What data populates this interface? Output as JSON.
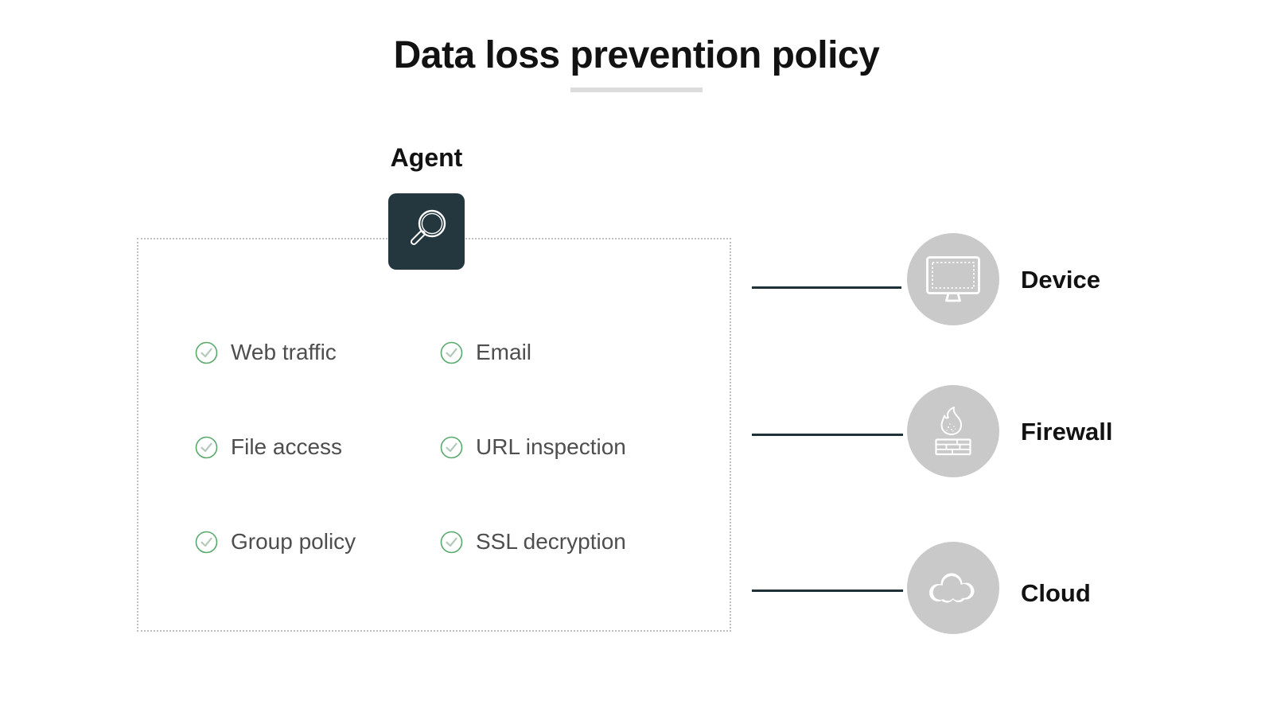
{
  "title": {
    "text": "Data loss prevention policy"
  },
  "agent": {
    "label": "Agent",
    "icon": "magnifier-icon"
  },
  "checklist": {
    "items": [
      {
        "label": "Web traffic",
        "checked": true
      },
      {
        "label": "Email",
        "checked": true
      },
      {
        "label": "File access",
        "checked": true
      },
      {
        "label": "URL inspection",
        "checked": true
      },
      {
        "label": "Group policy",
        "checked": true
      },
      {
        "label": "SSL decryption",
        "checked": true
      }
    ]
  },
  "targets": [
    {
      "label": "Device",
      "icon": "monitor-icon"
    },
    {
      "label": "Firewall",
      "icon": "firewall-flame-brick-icon"
    },
    {
      "label": "Cloud",
      "icon": "cloud-icon"
    }
  ],
  "colors": {
    "accent_dark": "#24363E",
    "connector": "#1E3137",
    "circle_gray": "#C9C9C9",
    "check_green": "#58A96C",
    "check_mark": "#B5C9BA",
    "item_text": "#4E4E4E",
    "title_black": "#121212",
    "underline_gray": "#DCDCDC",
    "box_border": "#BDBDBD"
  }
}
